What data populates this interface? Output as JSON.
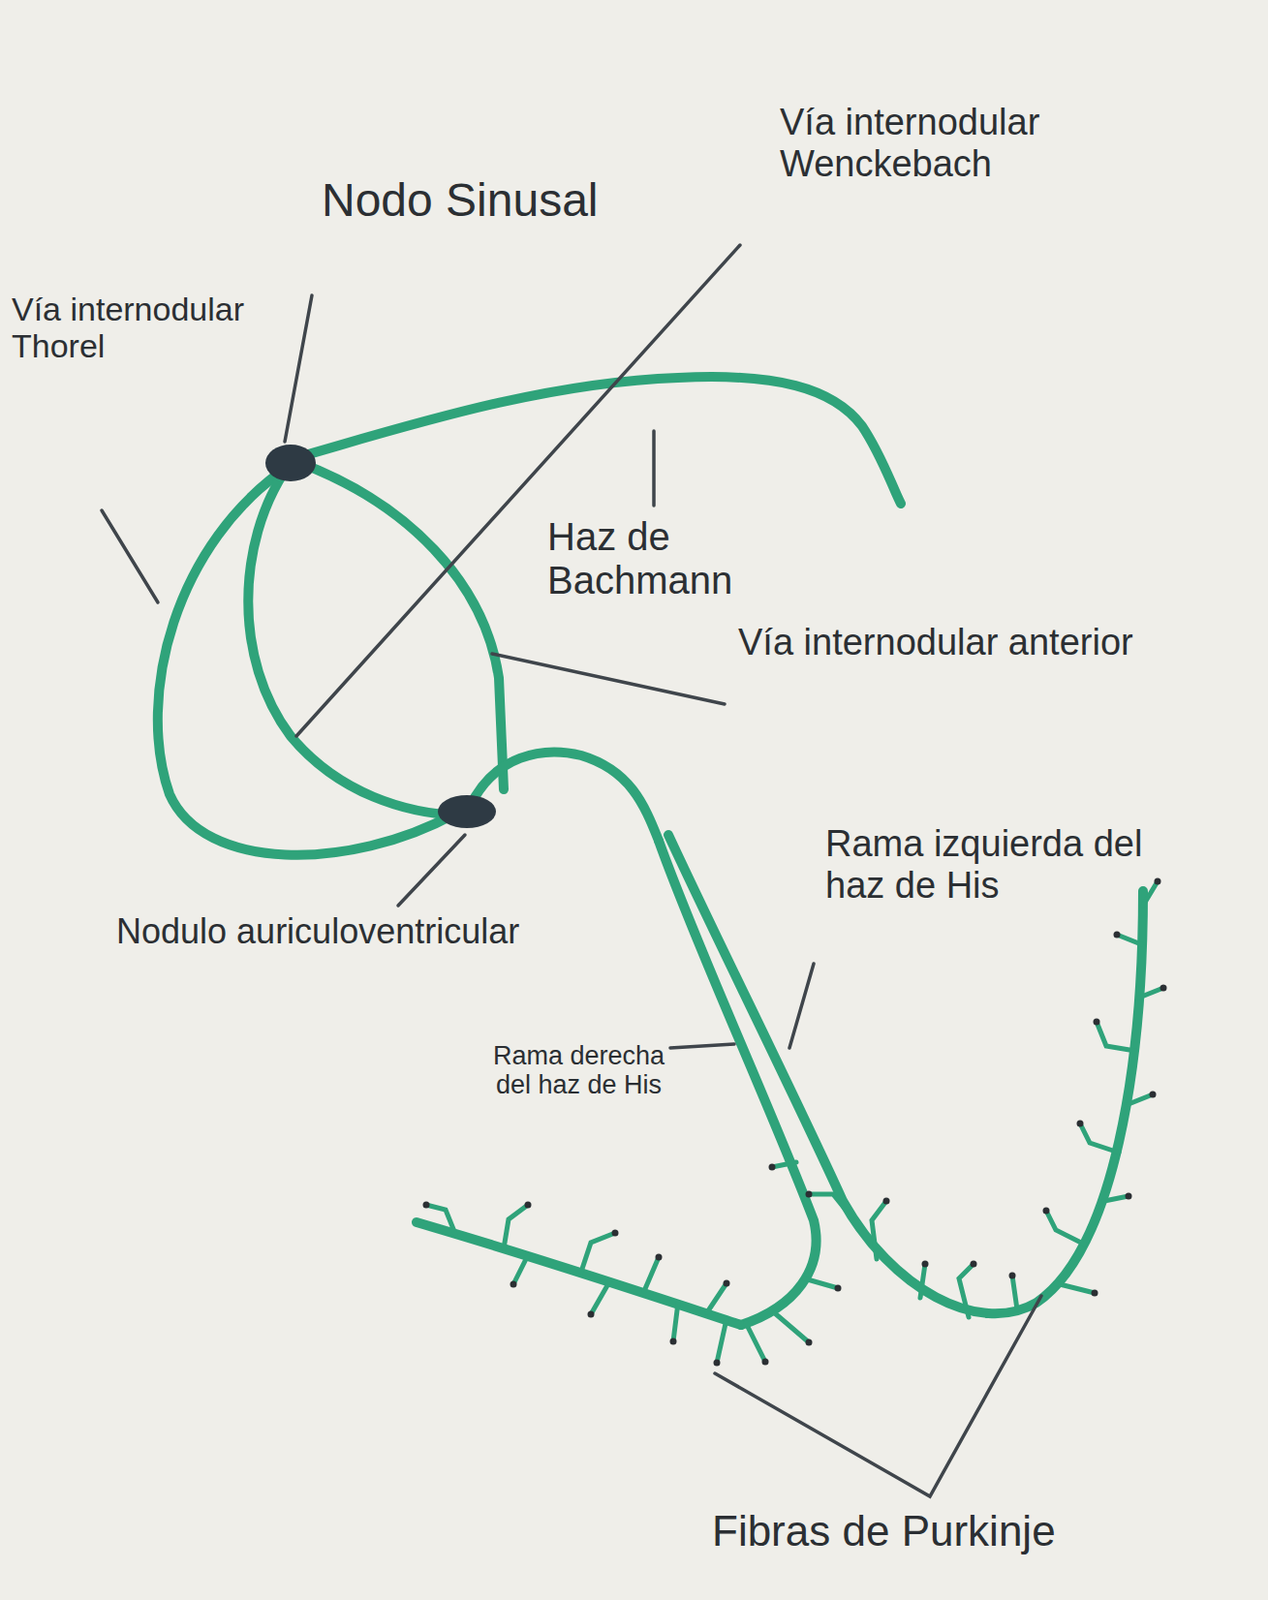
{
  "diagram": {
    "labels": [
      "Nodo Sinusal",
      "Vía internodular Wenckebach",
      "Vía internodular Thorel",
      "Haz de Bachmann",
      "Vía internodular anterior",
      "Nodulo auriculoventricular",
      "Rama izquierda del haz de His",
      "Rama derecha del haz de His",
      "Fibras de Purkinje"
    ]
  }
}
